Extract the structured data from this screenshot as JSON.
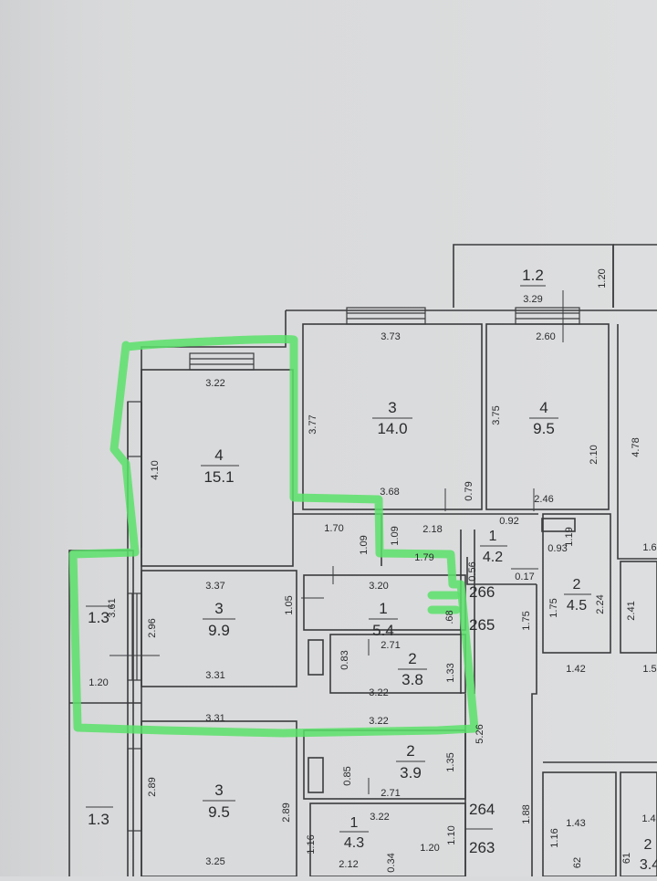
{
  "colors": {
    "background": "#d9dadb",
    "wall": "#3a3b3d",
    "highlight": "#5be06a",
    "text": "#2a2b2d"
  },
  "rooms": {
    "balcony_top": {
      "number": "",
      "area": "1.2"
    },
    "bedroom_3_top": {
      "number": "3",
      "area": "14.0"
    },
    "bedroom_4_top": {
      "number": "4",
      "area": "9.5"
    },
    "living_4": {
      "number": "4",
      "area": "15.1"
    },
    "hall_1_right": {
      "number": "1",
      "area": "4.2"
    },
    "bath_2_right": {
      "number": "2",
      "area": "4.5"
    },
    "kitchen_3": {
      "number": "3",
      "area": "9.9"
    },
    "hall_1": {
      "number": "1",
      "area": "5.4"
    },
    "bath_2": {
      "number": "2",
      "area": "3.8"
    },
    "balcony_left": {
      "number": "",
      "area": "1.3"
    },
    "kitchen_3_lower": {
      "number": "3",
      "area": "9.5"
    },
    "bath_2_lower": {
      "number": "2",
      "area": "3.9"
    },
    "balcony_left_lower": {
      "number": "",
      "area": "1.3"
    },
    "hall_1_lower": {
      "number": "1",
      "area": "4.3"
    },
    "right_edge_room": {
      "number": "2",
      "area": "3.4"
    }
  },
  "dimensions": [
    "3.29",
    "1.20",
    "3.73",
    "2.60",
    "3.22",
    "3.77",
    "3.75",
    "4.78",
    "4.10",
    "2.10",
    "0.79",
    "3.68",
    "2.46",
    "0.92",
    "1.70",
    "1.09",
    "2.18",
    "1.09",
    "0.93",
    "1.19",
    "1.79",
    "0.56",
    "0.17",
    "3.37",
    "1.05",
    "3.20",
    "2.96",
    "3.61",
    ".68",
    "2.41",
    "1.75",
    "2.24",
    "1.75",
    "0.83",
    "2.71",
    "1.33",
    "3.31",
    "1.20",
    "3.22",
    "1.42",
    "1.5",
    "5.26",
    "3.31",
    "3.22",
    "1.35",
    "2.89",
    "0.85",
    "2.71",
    "2.89",
    "3.22",
    "1.88",
    "1.16",
    "1.10",
    "1.43",
    "1.4",
    "1.16",
    "0.34",
    "1.20",
    "3.25",
    "2.12",
    "1.6",
    "61",
    "62"
  ],
  "apartment_numbers": [
    "266",
    "265",
    "264",
    "263"
  ]
}
